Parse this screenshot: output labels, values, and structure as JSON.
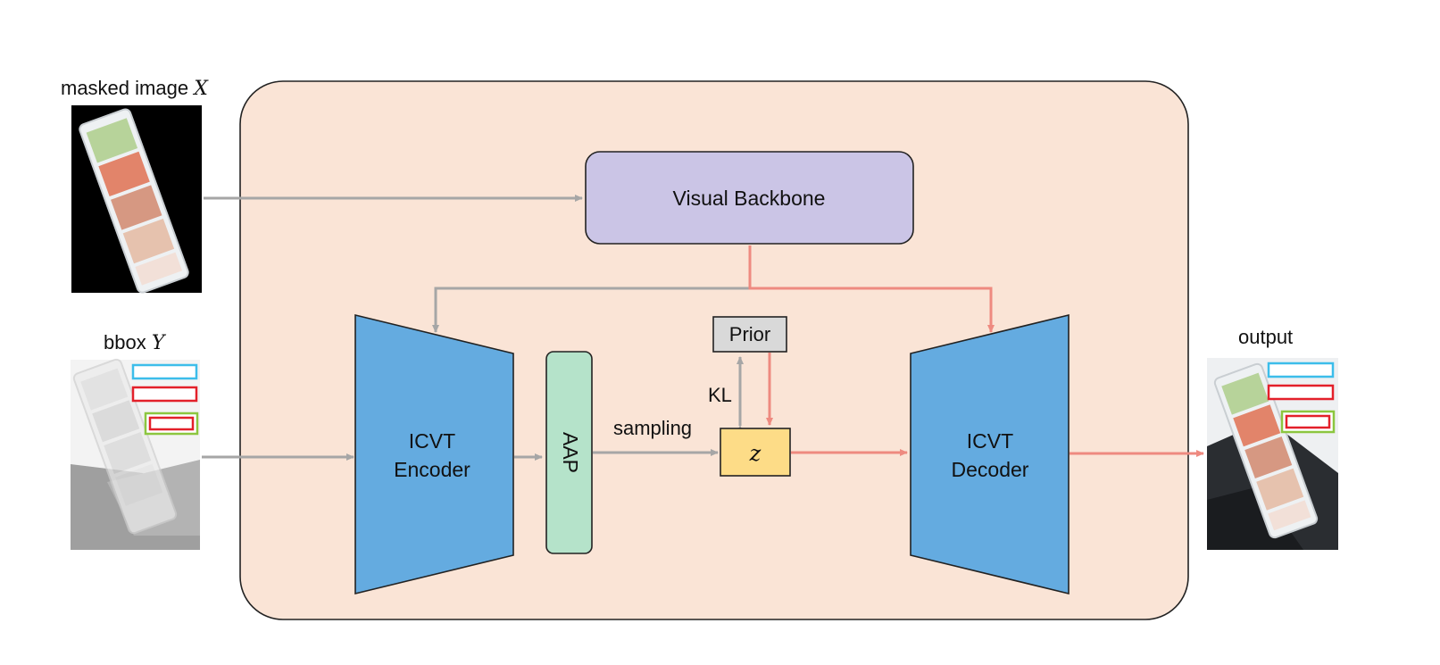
{
  "inputs": {
    "masked_label": "masked image",
    "masked_var": "X",
    "bbox_label": "bbox",
    "bbox_var": "Y"
  },
  "output": {
    "label": "output"
  },
  "modules": {
    "backbone": "Visual Backbone",
    "encoder_line1": "ICVT",
    "encoder_line2": "Encoder",
    "aap": "AAP",
    "prior": "Prior",
    "latent": "z",
    "decoder_line1": "ICVT",
    "decoder_line2": "Decoder"
  },
  "edge_labels": {
    "kl": "KL",
    "sampling": "sampling"
  },
  "colors": {
    "panel_fill": "#fae4d6",
    "backbone_fill": "#cbc5e6",
    "trapezoid_fill": "#64abe0",
    "aap_fill": "#b5e3ca",
    "prior_fill": "#d9d9d9",
    "latent_fill": "#fddc87",
    "gray_arrow": "#a6a6a6",
    "red_arrow": "#ee8a80",
    "bbox_blue": "#3cbdea",
    "bbox_red": "#e3202a",
    "bbox_green": "#8cc63f"
  }
}
